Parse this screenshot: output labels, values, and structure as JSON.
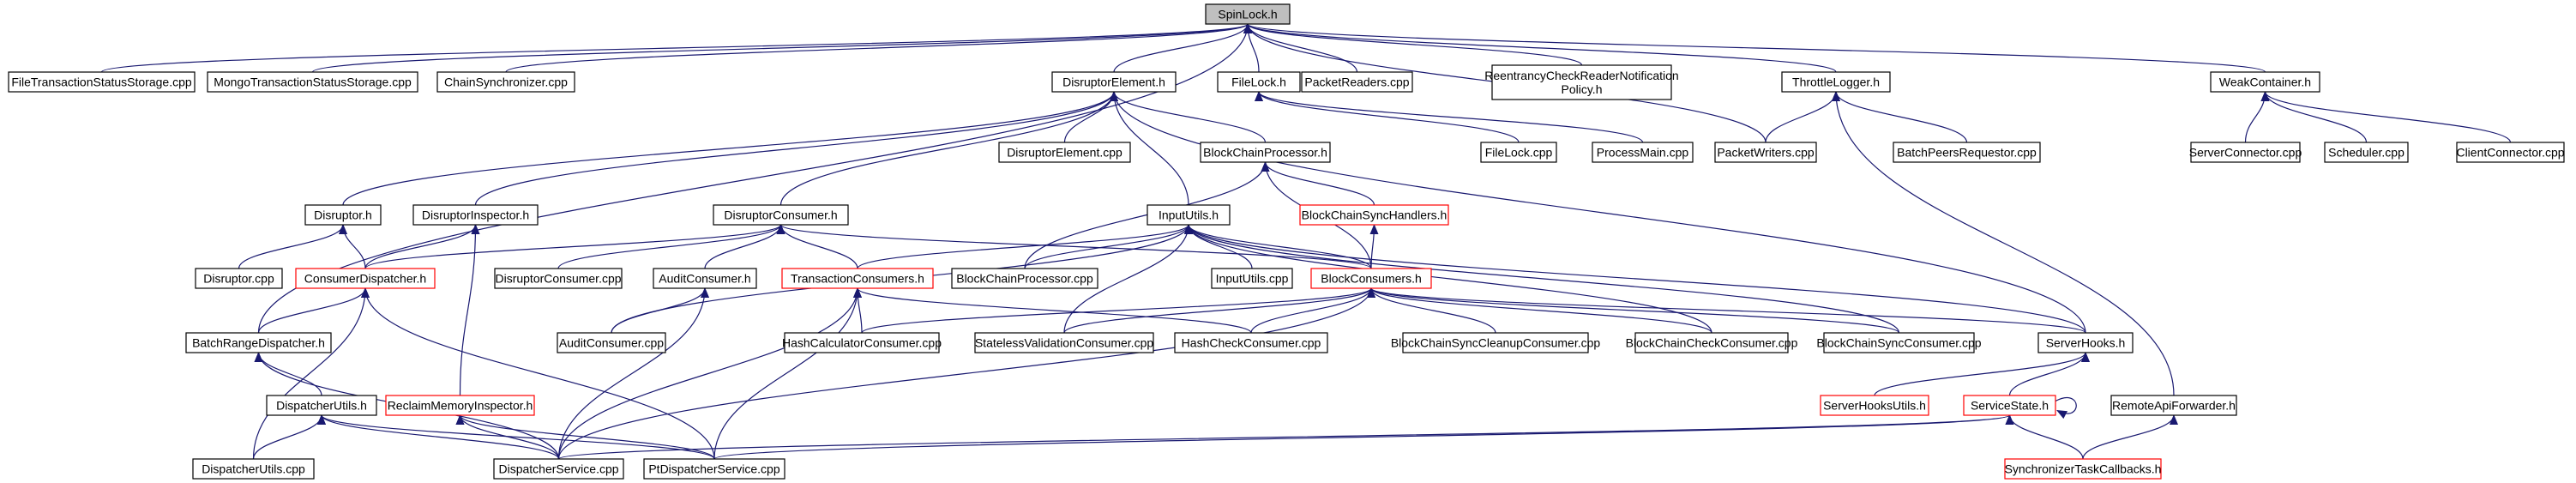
{
  "colors": {
    "edge": "#191970",
    "border_normal": "#000000",
    "border_truncated": "#ff0000",
    "root_fill": "#bfbfbf"
  },
  "nodes": {
    "spinlock": "SpinLock.h",
    "file_tx": "FileTransactionStatusStorage.cpp",
    "mongo_tx": "MongoTransactionStatusStorage.cpp",
    "chain_sync": "ChainSynchronizer.cpp",
    "disruptor_element_h": "DisruptorElement.h",
    "filelock_h": "FileLock.h",
    "packet_readers": "PacketReaders.cpp",
    "reentrancy_line1": "ReentrancyCheckReaderNotification",
    "reentrancy_line2": "Policy.h",
    "throttle_logger": "ThrottleLogger.h",
    "weak_container": "WeakContainer.h",
    "disruptor_element_cpp": "DisruptorElement.cpp",
    "filelock_cpp": "FileLock.cpp",
    "process_main": "ProcessMain.cpp",
    "packet_writers": "PacketWriters.cpp",
    "batch_peers": "BatchPeersRequestor.cpp",
    "server_connector": "ServerConnector.cpp",
    "scheduler": "Scheduler.cpp",
    "client_connector": "ClientConnector.cpp",
    "block_chain_processor_h": "BlockChainProcessor.h",
    "disruptor_h": "Disruptor.h",
    "disruptor_inspector": "DisruptorInspector.h",
    "disruptor_consumer_h": "DisruptorConsumer.h",
    "input_utils_h": "InputUtils.h",
    "block_chain_sync_handlers": "BlockChainSyncHandlers.h",
    "disruptor_cpp": "Disruptor.cpp",
    "consumer_dispatcher": "ConsumerDispatcher.h",
    "disruptor_consumer_cpp": "DisruptorConsumer.cpp",
    "audit_consumer_h": "AuditConsumer.h",
    "transaction_consumers": "TransactionConsumers.h",
    "block_chain_processor_cpp": "BlockChainProcessor.cpp",
    "input_utils_cpp": "InputUtils.cpp",
    "block_consumers": "BlockConsumers.h",
    "batch_range_dispatcher": "BatchRangeDispatcher.h",
    "audit_consumer_cpp": "AuditConsumer.cpp",
    "hash_calculator": "HashCalculatorConsumer.cpp",
    "stateless_validation": "StatelessValidationConsumer.cpp",
    "hash_check": "HashCheckConsumer.cpp",
    "cleanup_consumer": "BlockChainSyncCleanupConsumer.cpp",
    "check_consumer": "BlockChainCheckConsumer.cpp",
    "sync_consumer": "BlockChainSyncConsumer.cpp",
    "server_hooks_h": "ServerHooks.h",
    "dispatcher_utils_h": "DispatcherUtils.h",
    "reclaim_memory": "ReclaimMemoryInspector.h",
    "server_hooks_utils": "ServerHooksUtils.h",
    "service_state": "ServiceState.h",
    "remote_api_forwarder": "RemoteApiForwarder.h",
    "dispatcher_utils_cpp": "DispatcherUtils.cpp",
    "dispatcher_service": "DispatcherService.cpp",
    "pt_dispatcher_service": "PtDispatcherService.cpp",
    "synchronizer_callbacks": "SynchronizerTaskCallbacks.h"
  }
}
